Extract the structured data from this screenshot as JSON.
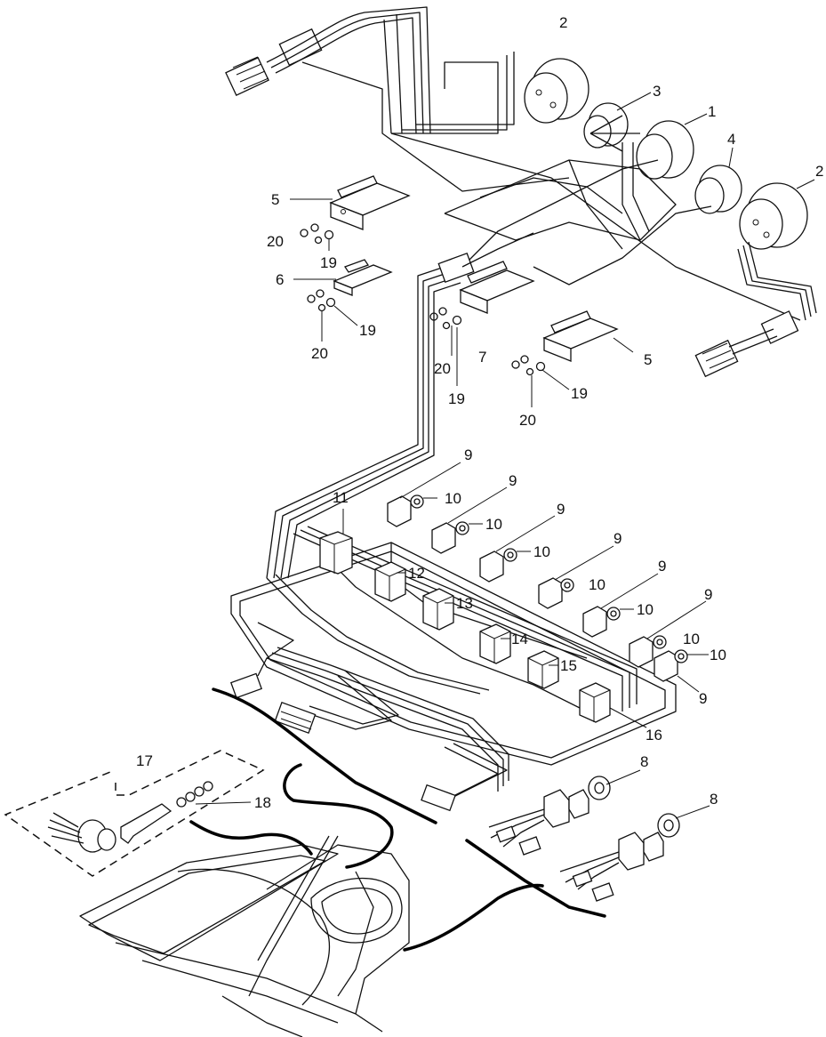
{
  "callouts": {
    "c1": "1",
    "c2a": "2",
    "c2b": "2",
    "c3": "3",
    "c4": "4",
    "c5a": "5",
    "c5b": "5",
    "c6": "6",
    "c7": "7",
    "c8a": "8",
    "c8b": "8",
    "c9a": "9",
    "c9b": "9",
    "c9c": "9",
    "c9d": "9",
    "c9e": "9",
    "c9f": "9",
    "c9g": "9",
    "c10a": "10",
    "c10b": "10",
    "c10c": "10",
    "c10d": "10",
    "c10e": "10",
    "c10f": "10",
    "c10g": "10",
    "c11": "11",
    "c12": "12",
    "c13": "13",
    "c14": "14",
    "c15": "15",
    "c16": "16",
    "c17": "17",
    "c18": "18",
    "c19a": "19",
    "c19b": "19",
    "c19c": "19",
    "c19d": "19",
    "c20a": "20",
    "c20b": "20",
    "c20c": "20",
    "c20d": "20"
  }
}
